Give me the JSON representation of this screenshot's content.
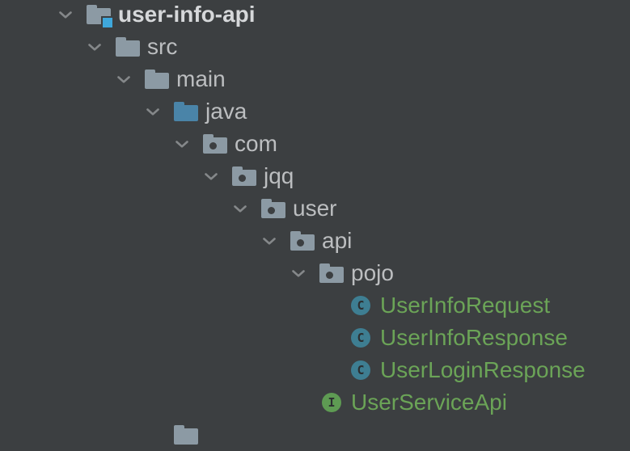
{
  "app": {
    "name": "project-tree-view",
    "theme": "dark"
  },
  "colors": {
    "background": "#3C3F41",
    "label_default": "#BCBEC0",
    "label_root": "#D6D8DA",
    "label_vcs_added": "#6BA457",
    "chevron": "#85888A",
    "folder_icon": "#8C9AA4",
    "source_folder_icon": "#4A84A8",
    "project_root_badge": "#3FA8DC",
    "class_icon": "#3E7E92",
    "interface_icon": "#5E9B53",
    "icon_letter": "#2C2F31"
  },
  "badges": {
    "class_letter": "C",
    "interface_letter": "I"
  },
  "tree": {
    "rows": [
      {
        "label": "user-info-api",
        "level": 0,
        "icon": "folder-root",
        "type": "root",
        "expanded": true,
        "badge": ""
      },
      {
        "label": "src",
        "level": 1,
        "icon": "folder",
        "type": "dir",
        "expanded": true,
        "badge": ""
      },
      {
        "label": "main",
        "level": 2,
        "icon": "folder",
        "type": "dir",
        "expanded": true,
        "badge": ""
      },
      {
        "label": "java",
        "level": 3,
        "icon": "folder-source",
        "type": "dir",
        "expanded": true,
        "badge": ""
      },
      {
        "label": "com",
        "level": 4,
        "icon": "package",
        "type": "dir",
        "expanded": true,
        "badge": ""
      },
      {
        "label": "jqq",
        "level": 5,
        "icon": "package",
        "type": "dir",
        "expanded": true,
        "badge": ""
      },
      {
        "label": "user",
        "level": 6,
        "icon": "package",
        "type": "dir",
        "expanded": true,
        "badge": ""
      },
      {
        "label": "api",
        "level": 7,
        "icon": "package",
        "type": "dir",
        "expanded": true,
        "badge": ""
      },
      {
        "label": "pojo",
        "level": 8,
        "icon": "package",
        "type": "dir",
        "expanded": true,
        "badge": ""
      },
      {
        "label": "UserInfoRequest",
        "level": 9,
        "icon": "class",
        "type": "file-added",
        "expanded": false,
        "badge": "C"
      },
      {
        "label": "UserInfoResponse",
        "level": 9,
        "icon": "class",
        "type": "file-added",
        "expanded": false,
        "badge": "C"
      },
      {
        "label": "UserLoginResponse",
        "level": 9,
        "icon": "class",
        "type": "file-added",
        "expanded": false,
        "badge": "C"
      },
      {
        "label": "UserServiceApi",
        "level": 8,
        "icon": "interface",
        "type": "file-added",
        "expanded": false,
        "badge": "I"
      },
      {
        "label": "",
        "level": 3,
        "icon": "folder",
        "type": "dir-partial",
        "expanded": false,
        "badge": ""
      }
    ]
  }
}
